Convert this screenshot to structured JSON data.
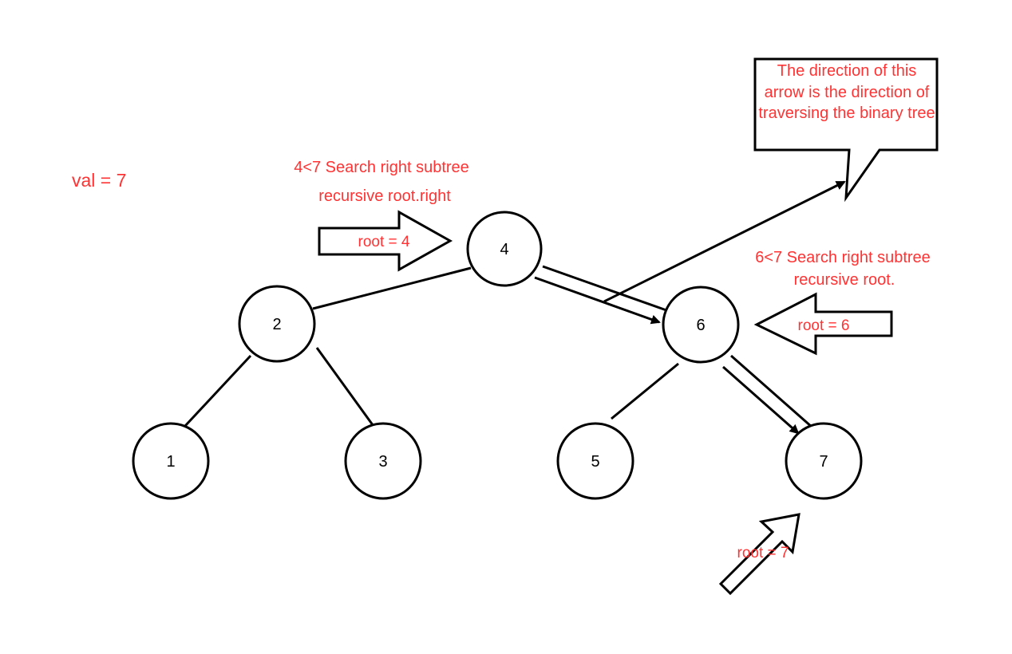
{
  "variable_label": "val = 7",
  "nodes": {
    "n4": "4",
    "n2": "2",
    "n6": "6",
    "n1": "1",
    "n3": "3",
    "n5": "5",
    "n7": "7"
  },
  "annotations": {
    "step1_line1": "4<7 Search right subtree",
    "step1_line2": "recursive root.right",
    "step2_line1": "6<7 Search right subtree",
    "step2_line2": "recursive root.",
    "root4": "root = 4",
    "root6": "root = 6",
    "root7": "root = 7"
  },
  "callout": "The direction of this arrow is the direction of traversing the binary tree",
  "colors": {
    "annotation": "#ff3333",
    "stroke": "#000000"
  }
}
